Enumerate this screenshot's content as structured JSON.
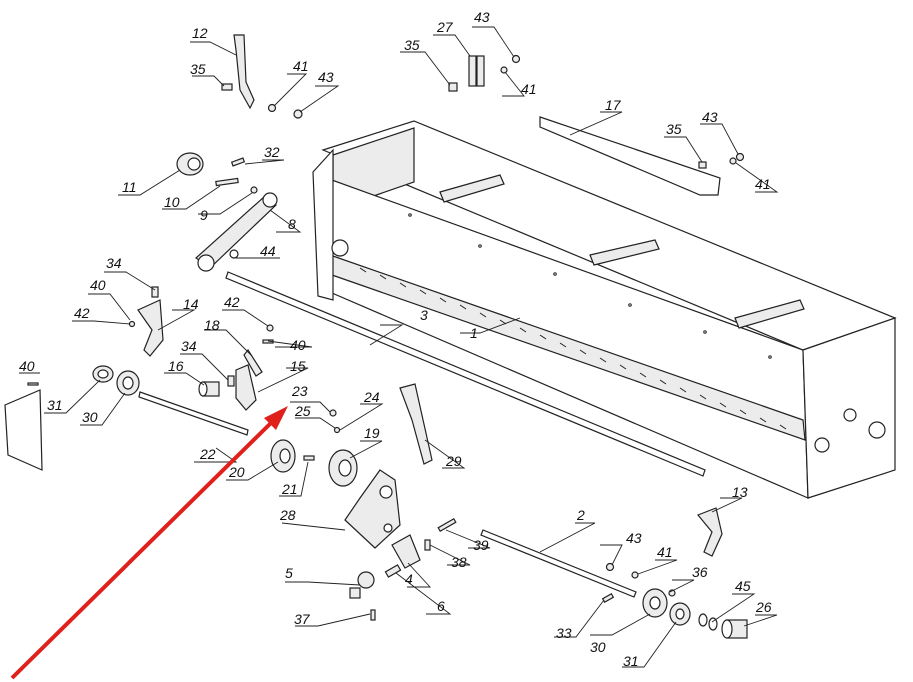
{
  "labels": {
    "l1": "1",
    "l2": "2",
    "l3": "3",
    "l4": "4",
    "l5": "5",
    "l6": "6",
    "l8": "8",
    "l9": "9",
    "l10": "10",
    "l11": "11",
    "l12": "12",
    "l13": "13",
    "l14": "14",
    "l15": "15",
    "l16": "16",
    "l17": "17",
    "l18": "18",
    "l19": "19",
    "l20": "20",
    "l21": "21",
    "l22": "22",
    "l23": "23",
    "l24": "24",
    "l25": "25",
    "l26": "26",
    "l27": "27",
    "l28": "28",
    "l29": "29",
    "l30a": "30",
    "l30b": "30",
    "l31a": "31",
    "l31b": "31",
    "l32": "32",
    "l33": "33",
    "l34a": "34",
    "l34b": "34",
    "l35a": "35",
    "l35b": "35",
    "l35c": "35",
    "l36": "36",
    "l37": "37",
    "l38": "38",
    "l39": "39",
    "l40a": "40",
    "l40b": "40",
    "l40c": "40",
    "l41a": "41",
    "l41b": "41",
    "l41c": "41",
    "l41d": "41",
    "l42a": "42",
    "l42b": "42",
    "l43a": "43",
    "l43b": "43",
    "l43c": "43",
    "l43d": "43",
    "l44": "44",
    "l45": "45"
  },
  "highlight": {
    "arrow_color": "#e0211b",
    "points_to": "23"
  },
  "colors": {
    "line": "#222222",
    "fill": "#ececec",
    "background": "#ffffff"
  }
}
